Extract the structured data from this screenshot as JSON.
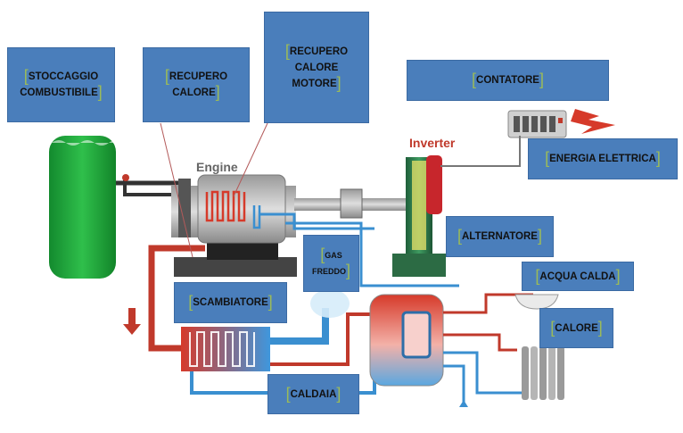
{
  "labels": {
    "stoccaggio": {
      "line1": "STOCCAGGIO",
      "line2": "COMBUSTIBILE"
    },
    "recupero_calore": {
      "line1": "RECUPERO",
      "line2": "CALORE"
    },
    "recupero_calore_motore": {
      "line1": "RECUPERO",
      "line2": "CALORE",
      "line3": "MOTORE"
    },
    "contatore": "CONTATORE",
    "energia_elettrica": "ENERGIA ELETTRICA",
    "alternatore": "ALTERNATORE",
    "gas_freddo": {
      "line1": "GAS",
      "line2": "FREDDO"
    },
    "scambiatore": "SCAMBIATORE",
    "acqua_calda": "ACQUA CALDA",
    "calore": "CALORE",
    "caldaia": "CALDAIA"
  },
  "image_text": {
    "engine": "Engine",
    "inverter": "Inverter"
  },
  "colors": {
    "label_box": "#4a7ebb",
    "bracket": "#9bbb59",
    "fuel_tank": "#1f9a3a",
    "hot_pipe": "#c0392b",
    "cold_pipe": "#3a8fd0",
    "inverter_text": "#c0392b"
  }
}
